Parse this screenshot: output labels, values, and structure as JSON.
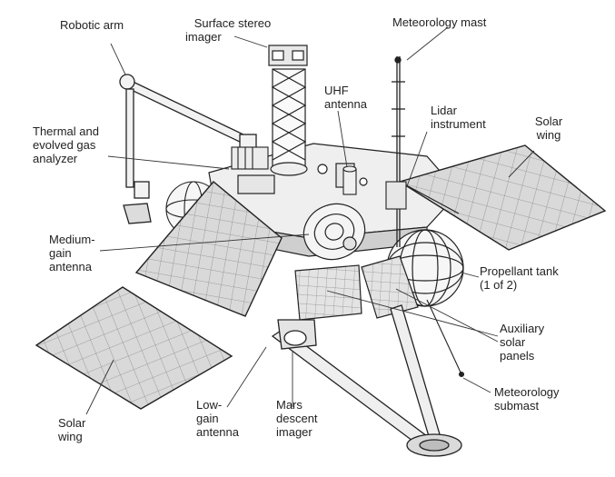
{
  "labels": {
    "robotic_arm": [
      "Robotic arm"
    ],
    "surface_stereo_imager": [
      "Surface stereo",
      "imager"
    ],
    "meteorology_mast": [
      "Meteorology mast"
    ],
    "uhf_antenna": [
      "UHF",
      "antenna"
    ],
    "lidar_instrument": [
      "Lidar",
      "instrument"
    ],
    "solar_wing_right": [
      "Solar",
      "wing"
    ],
    "thermal_gas_analyzer": [
      "Thermal and",
      "evolved gas",
      "analyzer"
    ],
    "medium_gain_antenna": [
      "Medium-",
      "gain",
      "antenna"
    ],
    "propellant_tank": [
      "Propellant tank",
      "(1 of 2)"
    ],
    "auxiliary_solar_panels": [
      "Auxiliary",
      "solar",
      "panels"
    ],
    "meteorology_submast": [
      "Meteorology",
      "submast"
    ],
    "solar_wing_left": [
      "Solar",
      "wing"
    ],
    "low_gain_antenna": [
      "Low-",
      "gain",
      "antenna"
    ],
    "mars_descent_imager": [
      "Mars",
      "descent",
      "imager"
    ]
  },
  "colors": {
    "line": "#222222",
    "panel_fill": "#d9d9d9",
    "panel_grid": "#8a8a8a",
    "body_fill": "#efefef"
  }
}
